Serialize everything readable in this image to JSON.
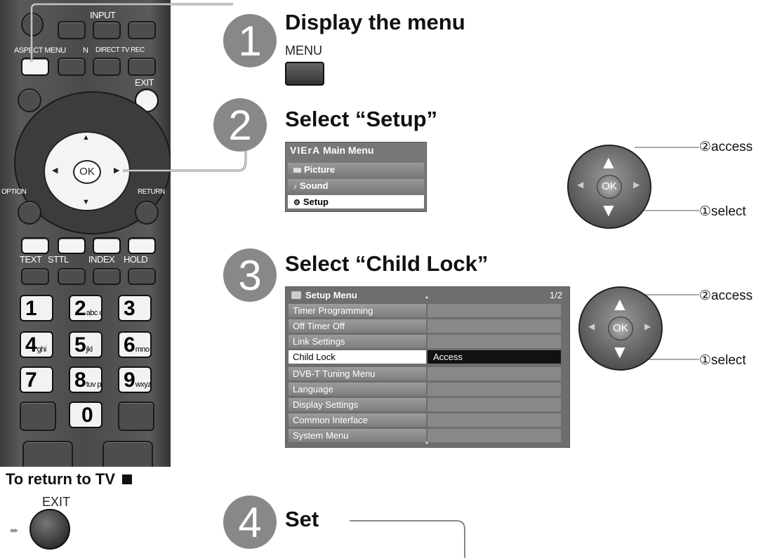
{
  "remote": {
    "labels": {
      "input": "INPUT",
      "aspect_menu": "ASPECT MENU",
      "n": "N",
      "direct_tv_rec": "DIRECT TV REC",
      "exit": "EXIT",
      "ok": "OK",
      "option": "OPTION",
      "return": "RETURN",
      "text": "TEXT",
      "sttl": "STTL",
      "index": "INDEX",
      "hold": "HOLD"
    },
    "numkeys": [
      {
        "digit": "1",
        "letters": ""
      },
      {
        "digit": "2",
        "letters": "abc def"
      },
      {
        "digit": "3",
        "letters": ""
      },
      {
        "digit": "4",
        "letters": "ghi"
      },
      {
        "digit": "5",
        "letters": "jkl"
      },
      {
        "digit": "6",
        "letters": "mno"
      },
      {
        "digit": "7",
        "letters": ""
      },
      {
        "digit": "8",
        "letters": "tuv pqrs"
      },
      {
        "digit": "9",
        "letters": "wxyz"
      },
      {
        "digit": "0",
        "letters": ""
      }
    ]
  },
  "return_to_tv": {
    "text": "To return to TV",
    "exit_label": "EXIT"
  },
  "steps": [
    {
      "number": "1",
      "title": "Display the menu",
      "button_label": "MENU"
    },
    {
      "number": "2",
      "title": "Select “Setup”"
    },
    {
      "number": "3",
      "title": "Select “Child Lock”"
    },
    {
      "number": "4",
      "title": "Set"
    }
  ],
  "main_menu": {
    "logo": "VIErA",
    "title": "Main Menu",
    "items": [
      "Picture",
      "Sound",
      "Setup"
    ],
    "selected_index": 2
  },
  "setup_menu": {
    "title": "Setup Menu",
    "page": "1/2",
    "items": [
      "Timer Programming",
      "Off Timer Off",
      "Link Settings",
      "Child Lock",
      "DVB-T Tuning Menu",
      "Language",
      "Display Settings",
      "Common Interface",
      "System Menu"
    ],
    "selected_index": 3,
    "selected_value": "Access"
  },
  "callouts": {
    "ok": "OK",
    "access": "②access",
    "select": "①select"
  }
}
